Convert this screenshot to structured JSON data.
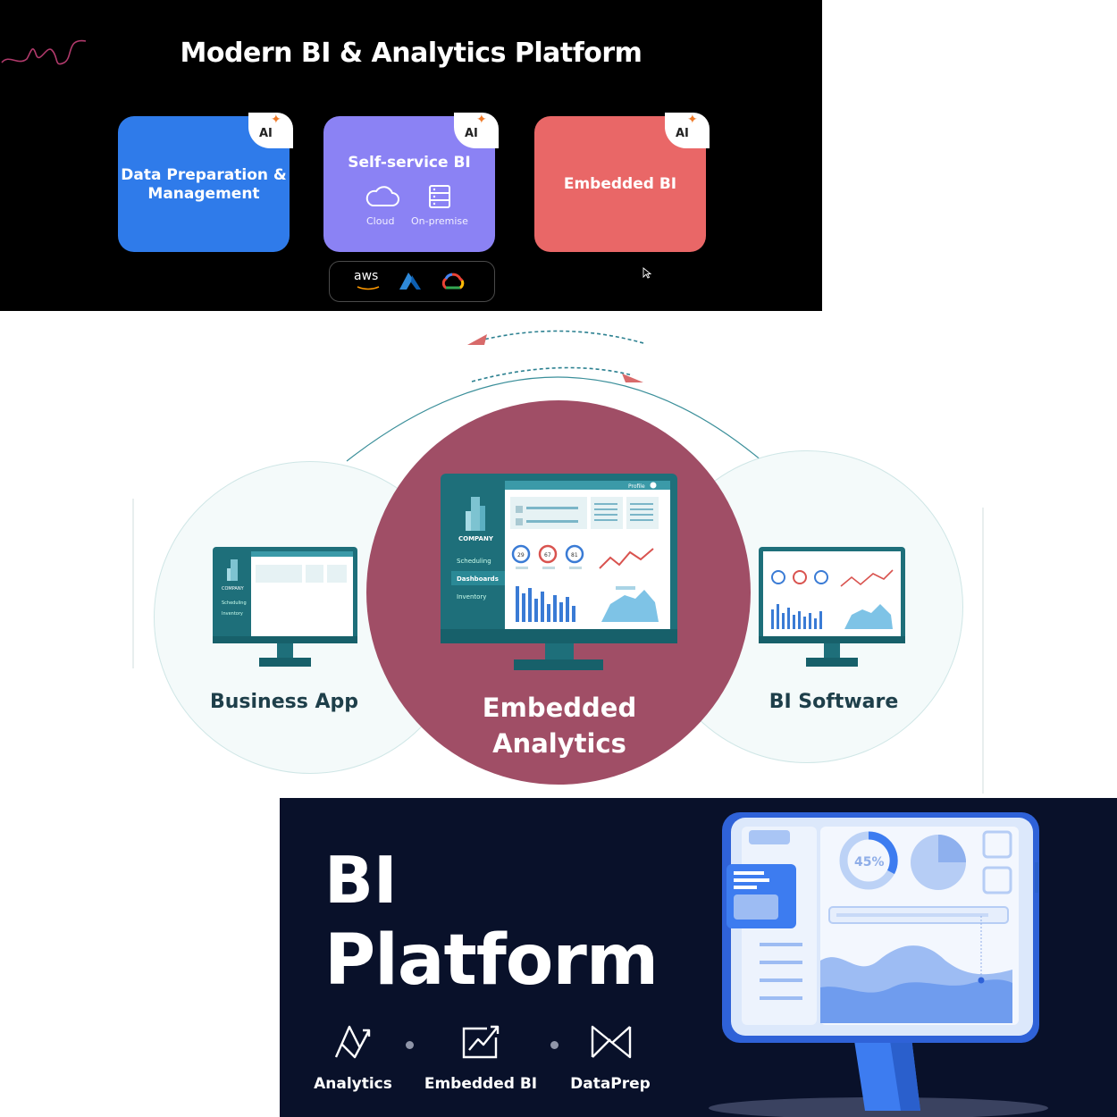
{
  "panel1": {
    "title": "Modern BI & Analytics Platform",
    "ai_badge": "AI",
    "cards": {
      "data_prep": "Data Preparation & Management",
      "self_service": "Self-service BI",
      "embedded": "Embedded BI"
    },
    "deployment": {
      "cloud": "Cloud",
      "on_premise": "On-premise"
    },
    "providers": {
      "aws": "aws"
    },
    "colors": {
      "data_prep": "#2f7bea",
      "self_service": "#8b82f4",
      "embedded": "#e96767"
    }
  },
  "panel2": {
    "left_caption": "Business App",
    "center_caption_line1": "Embedded",
    "center_caption_line2": "Analytics",
    "right_caption": "BI Software",
    "monitor": {
      "company": "COMPANY",
      "profile": "Profile",
      "nav": [
        "Scheduling",
        "Dashboards",
        "Inventory"
      ],
      "gauges": [
        "29",
        "67",
        "81"
      ]
    },
    "colors": {
      "center": "#a04e66",
      "teal": "#1e6f7a"
    }
  },
  "panel3": {
    "title_line1": "BI",
    "title_line2": "Platform",
    "products": [
      "Analytics",
      "Embedded BI",
      "DataPrep"
    ],
    "gauge_value": "45%",
    "colors": {
      "background": "#09112a",
      "accent": "#3d7cf0"
    }
  }
}
